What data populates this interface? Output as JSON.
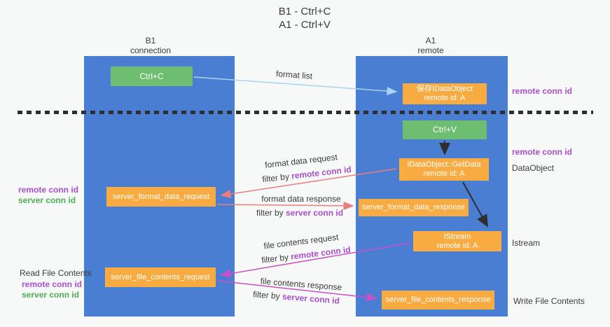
{
  "title": {
    "line1": "B1 - Ctrl+C",
    "line2": "A1 - Ctrl+V"
  },
  "columns": {
    "left": {
      "header_line1": "B1",
      "header_line2": "connection"
    },
    "right": {
      "header_line1": "A1",
      "header_line2": "remote"
    }
  },
  "boxes": {
    "ctrl_c": {
      "label": "Ctrl+C"
    },
    "save_idataobject": {
      "line1": "保存IDataObject",
      "line2": "remote id: A"
    },
    "ctrl_v": {
      "label": "Ctrl+V"
    },
    "getdata": {
      "line1": "IDataObject::GetData",
      "line2": "remote id: A"
    },
    "format_request": {
      "label": "server_format_data_request"
    },
    "format_response": {
      "label": "server_format_data_response"
    },
    "istream": {
      "line1": "IStream",
      "line2": "remote id: A"
    },
    "file_request": {
      "label": "server_file_contents_request"
    },
    "file_response": {
      "label": "server_file_contents_response"
    }
  },
  "side_labels": {
    "remote_conn_top": "remote conn id",
    "remote_conn_mid": "remote conn id",
    "dataobject": "DataObject",
    "istream": "Istream",
    "write_file": "Write File Contents",
    "read_file": "Read File Contents",
    "left_remote_conn_1": "remote conn id",
    "left_server_conn_1": "server conn id",
    "left_remote_conn_2": "remote conn id",
    "left_server_conn_2": "server conn id"
  },
  "arrow_labels": {
    "format_list": "format list",
    "format_data_request": "format data request",
    "format_data_response": "format data response",
    "file_contents_request": "file contents request",
    "file_contents_response": "file contents response",
    "filter_prefix": "filter by ",
    "remote_conn_id": "remote conn id",
    "server_conn_id": "server conn id"
  },
  "colors": {
    "column_blue": "#4a7ed2",
    "box_green": "#6ebe71",
    "box_orange": "#f8ab40",
    "label_purple": "#aa4fcb",
    "label_green": "#4cae52",
    "text_dark": "#3b3b3b",
    "arrow_red": "#ec7d7d",
    "arrow_magenta": "#cb50c8",
    "arrow_lightblue": "#a9d3ee",
    "arrow_black": "#2e2e2e",
    "background": "#f7f8f8"
  }
}
